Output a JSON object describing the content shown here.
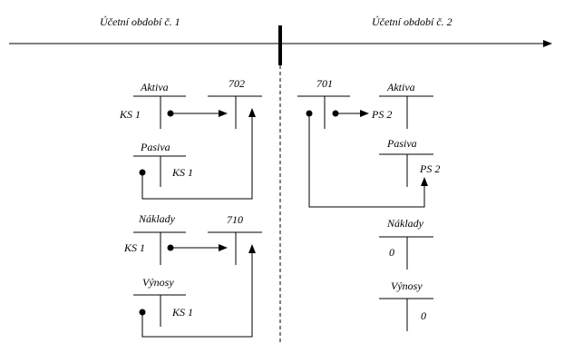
{
  "periods": {
    "first": "Účetní období č. 1",
    "second": "Účetní období č. 2"
  },
  "period1": {
    "aktiva": {
      "title": "Aktiva",
      "debit_label": "KS 1"
    },
    "account_702": {
      "title": "702"
    },
    "pasiva": {
      "title": "Pasiva",
      "credit_label": "KS 1"
    },
    "naklady": {
      "title": "Náklady",
      "debit_label": "KS 1"
    },
    "account_710": {
      "title": "710"
    },
    "vynosy": {
      "title": "Výnosy",
      "credit_label": "KS 1"
    }
  },
  "period2": {
    "account_701": {
      "title": "701"
    },
    "aktiva": {
      "title": "Aktiva",
      "debit_label": "PS 2"
    },
    "pasiva": {
      "title": "Pasiva",
      "credit_label": "PS 2"
    },
    "naklady": {
      "title": "Náklady",
      "debit_label": "0"
    },
    "vynosy": {
      "title": "Výnosy",
      "credit_label": "0"
    }
  },
  "colors": {
    "ink": "#000000",
    "background": "#ffffff"
  }
}
